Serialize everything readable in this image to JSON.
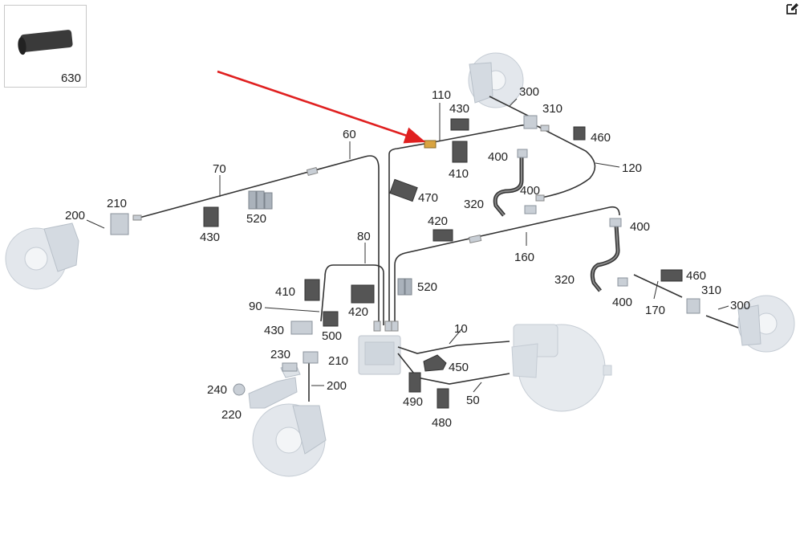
{
  "thumbnail": {
    "label": "630"
  },
  "toolbar": {
    "edit_icon": "edit-icon"
  },
  "highlight": {
    "color": "#e02020",
    "target_part": "110"
  },
  "parts": {
    "p10": "10",
    "p50": "50",
    "p60": "60",
    "p70": "70",
    "p80": "80",
    "p90": "90",
    "p110": "110",
    "p120": "120",
    "p160": "160",
    "p170": "170",
    "p200a": "200",
    "p200b": "200",
    "p210a": "210",
    "p210b": "210",
    "p220": "220",
    "p230": "230",
    "p240": "240",
    "p300a": "300",
    "p300b": "300",
    "p310a": "310",
    "p310b": "310",
    "p320a": "320",
    "p320b": "320",
    "p400a": "400",
    "p400b": "400",
    "p400c": "400",
    "p400d": "400",
    "p410a": "410",
    "p410b": "410",
    "p420a": "420",
    "p420b": "420",
    "p430a": "430",
    "p430b": "430",
    "p430c": "430",
    "p450": "450",
    "p460a": "460",
    "p460b": "460",
    "p470": "470",
    "p480": "480",
    "p490": "490",
    "p500": "500",
    "p520a": "520",
    "p520b": "520"
  }
}
